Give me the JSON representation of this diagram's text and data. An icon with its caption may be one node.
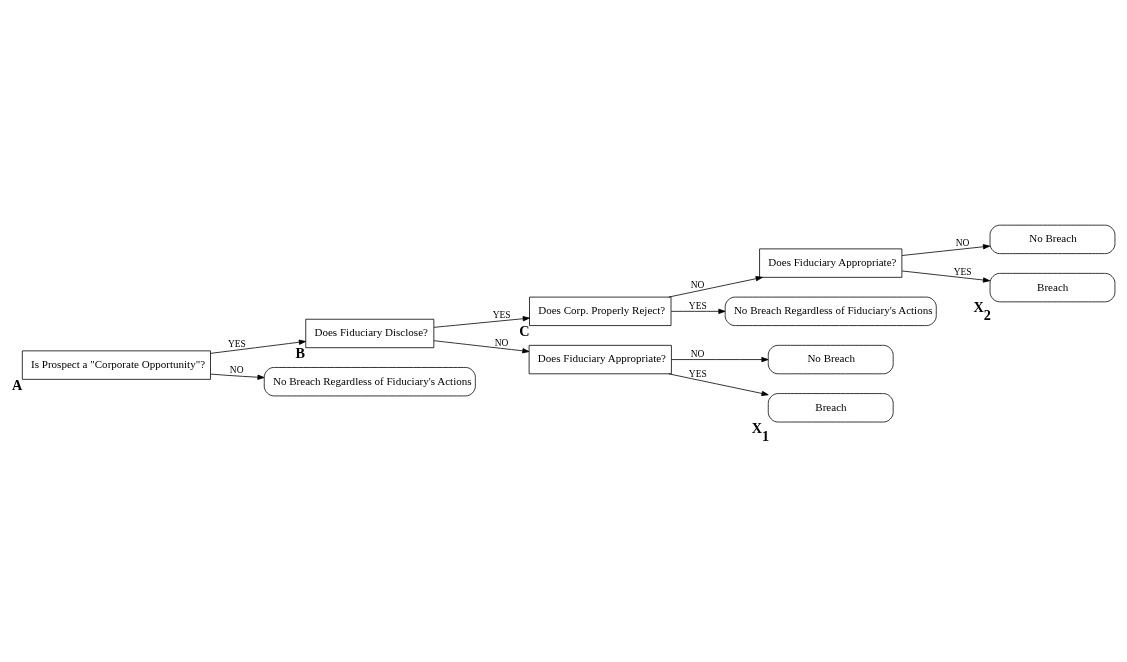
{
  "diagram": {
    "nodes": [
      {
        "text": [
          "Is Prospect a \"Corporate Opportunity\"?"
        ],
        "beside": [
          "A"
        ]
      },
      {
        "text": [
          "Does Fiduciary Disclose?"
        ],
        "beside": [
          "B"
        ]
      },
      {
        "text": [
          "Does Corp. Properly Reject?"
        ],
        "beside": [
          "C"
        ]
      },
      {
        "text": [
          "Does Fiduciary Appropriate?"
        ]
      },
      {
        "text": [
          "Does Fiduciary Appropriate?"
        ]
      },
      {
        "text": [
          "No Breach Regardless of Fiduciary's Actions"
        ]
      },
      {
        "text": [
          "No Breach"
        ]
      },
      {
        "text": [
          "Breach"
        ],
        "beside": [
          "X$_{1}$"
        ]
      },
      {
        "text": [
          "No Breach"
        ]
      },
      {
        "text": [
          "Breach"
        ],
        "beside": [
          "X$_{2}$"
        ]
      },
      {
        "text": [
          "No Breach Regardless of Fiduciary's Actions"
        ]
      }
    ],
    "edges": [
      {
        "from": 0,
        "to": 5,
        "arrow": "to",
        "label": "NO"
      },
      {
        "from": 0,
        "to": 1,
        "arrow": "to",
        "label": "YES"
      },
      {
        "from": 1,
        "to": 3,
        "arrow": "to",
        "label": "NO"
      },
      {
        "from": 1,
        "to": 2,
        "arrow": "to",
        "label": "YES"
      },
      {
        "from": 3,
        "to": 6,
        "arrow": "to",
        "label": "NO"
      },
      {
        "from": 3,
        "to": 7,
        "arrow": "to",
        "label": "YES"
      },
      {
        "from": 2,
        "to": 4,
        "arrow": "to",
        "label": "NO"
      },
      {
        "from": 2,
        "to": 10,
        "arrow": "to",
        "label": "YES"
      },
      {
        "from": 4,
        "to": 8,
        "arrow": "to",
        "label": "NO"
      },
      {
        "from": 4,
        "to": 9,
        "arrow": "to",
        "label": "YES"
      }
    ]
  }
}
